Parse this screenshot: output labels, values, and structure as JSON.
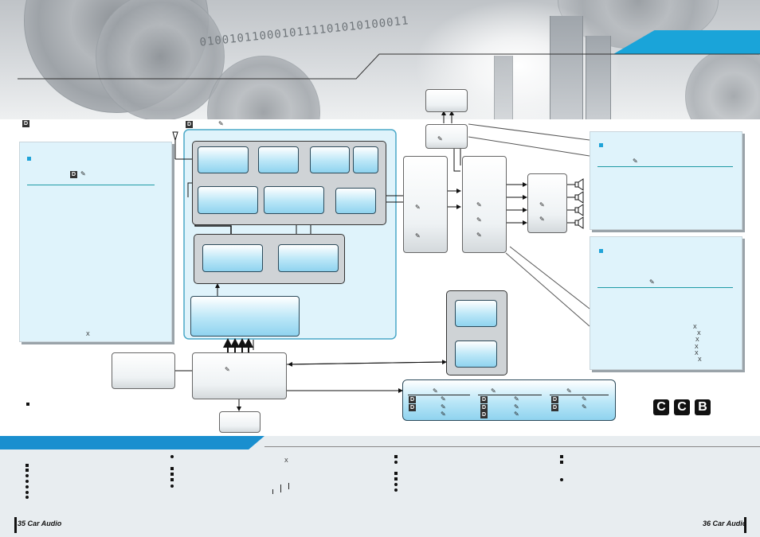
{
  "footer": {
    "left_page": "35",
    "left_title": "Car Audio",
    "right_page": "36",
    "right_title": "Car Audio"
  },
  "glyphs": {
    "d_badge": "D",
    "cross": "X",
    "pen_icon": "pen-icon"
  },
  "logo": {
    "letters": [
      "C",
      "C",
      "B"
    ]
  },
  "banner": {
    "bits": "0100101100010111101010100011"
  },
  "colors": {
    "accent_blue": "#1aa4d9",
    "panel_bg": "#dff3fb",
    "block_blue": "#8fd3ef",
    "bar_blue": "#1a8fcf"
  }
}
